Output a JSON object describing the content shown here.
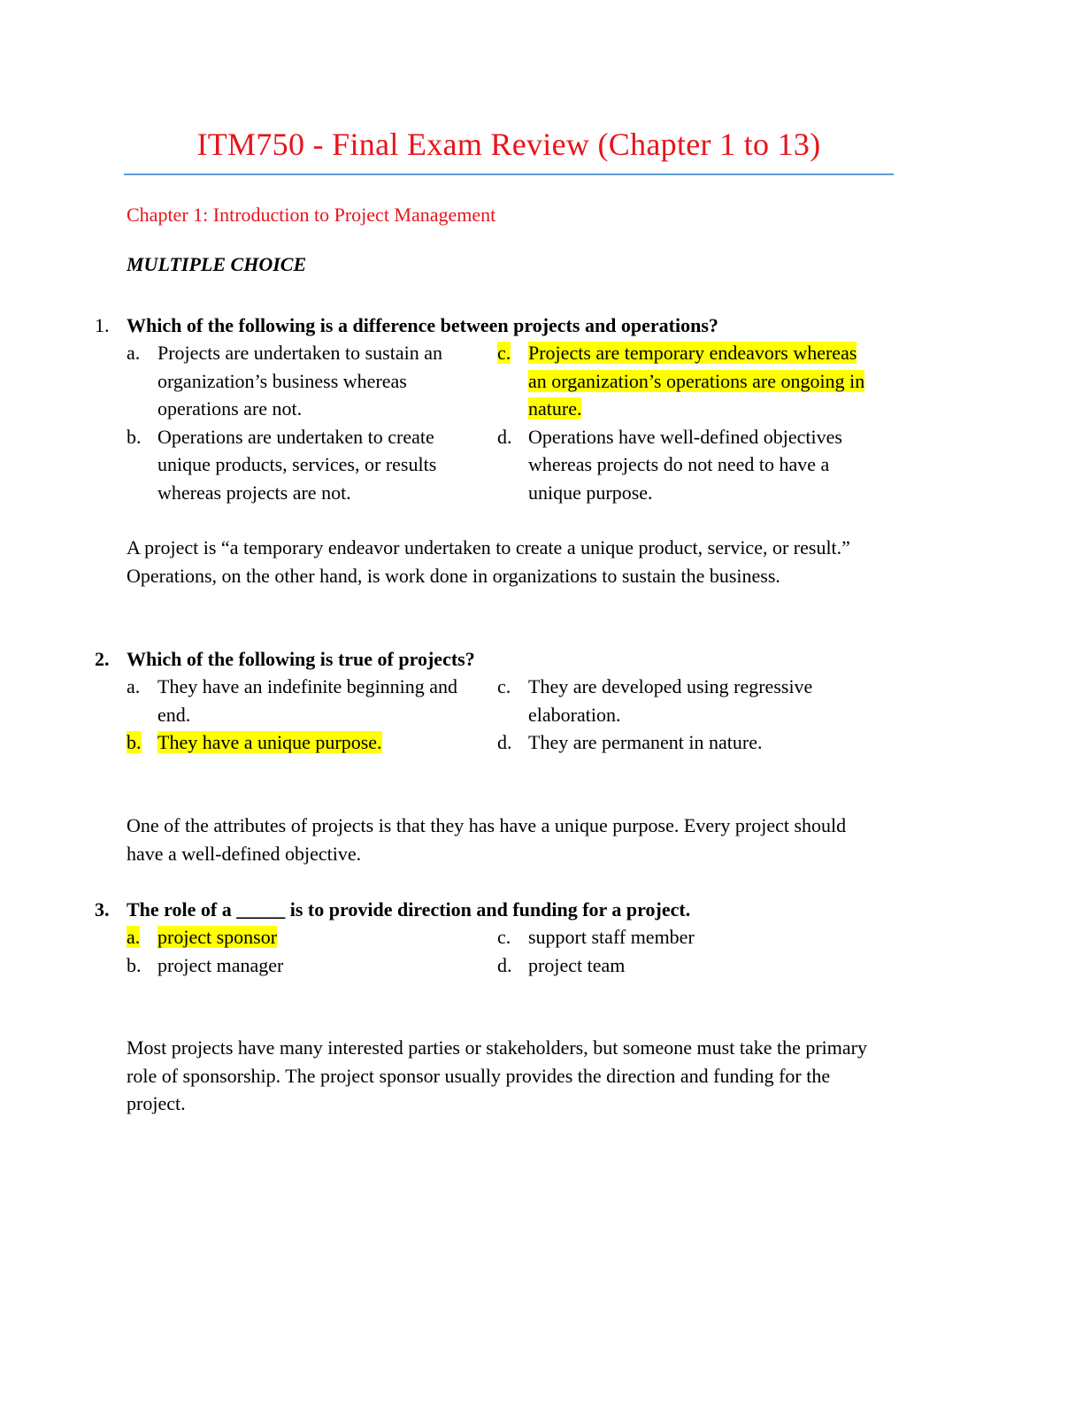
{
  "doc": {
    "title": "ITM750 - Final Exam Review (Chapter 1 to 13)",
    "chapter": "Chapter 1: Introduction to Project Management",
    "section": "MULTIPLE CHOICE"
  },
  "colors": {
    "title": "#e8141b",
    "rule": "#5b9bd5",
    "highlight": "#ffff00"
  },
  "questions": [
    {
      "number": "1.",
      "text": "Which of the following is a difference between projects and operations?",
      "options": [
        {
          "letter": "a.",
          "text": "Projects are undertaken to sustain an organization’s business whereas operations are not.",
          "highlighted": false
        },
        {
          "letter": "c.",
          "text": "Projects are temporary endeavors whereas an organization’s operations are ongoing in nature.",
          "highlighted": true
        },
        {
          "letter": "b.",
          "text": "Operations are undertaken to create unique products, services, or results whereas projects are not.",
          "highlighted": false
        },
        {
          "letter": "d.",
          "text": "Operations have well-defined objectives whereas projects do not need to have a unique purpose.",
          "highlighted": false
        }
      ],
      "explanation": "A project is “a temporary endeavor undertaken to create a unique product, service, or result.” Operations, on the other hand, is work done in organizations to sustain the business."
    },
    {
      "number": "2.",
      "text": "Which of the following is true of projects?",
      "options": [
        {
          "letter": "a.",
          "text": "They have an indefinite beginning and end.",
          "highlighted": false
        },
        {
          "letter": "c.",
          "text": "They are developed using regressive elaboration.",
          "highlighted": false
        },
        {
          "letter": "b.",
          "text": "They have a unique purpose.",
          "highlighted": true
        },
        {
          "letter": "d.",
          "text": "They are permanent in nature.",
          "highlighted": false
        }
      ],
      "explanation": "One of the attributes of projects is that they has have a unique purpose. Every project should have a well-defined objective."
    },
    {
      "number": "3.",
      "text": "The role of a _____ is to provide direction and funding for a project.",
      "options": [
        {
          "letter": "a.",
          "text": "project sponsor",
          "highlighted": true
        },
        {
          "letter": "c.",
          "text": "support staff member",
          "highlighted": false
        },
        {
          "letter": "b.",
          "text": "project manager",
          "highlighted": false
        },
        {
          "letter": "d.",
          "text": "project team",
          "highlighted": false
        }
      ],
      "explanation": "Most projects have many interested parties or stakeholders, but someone must take the primary role of sponsorship. The project sponsor usually provides the direction and funding for the project."
    }
  ]
}
